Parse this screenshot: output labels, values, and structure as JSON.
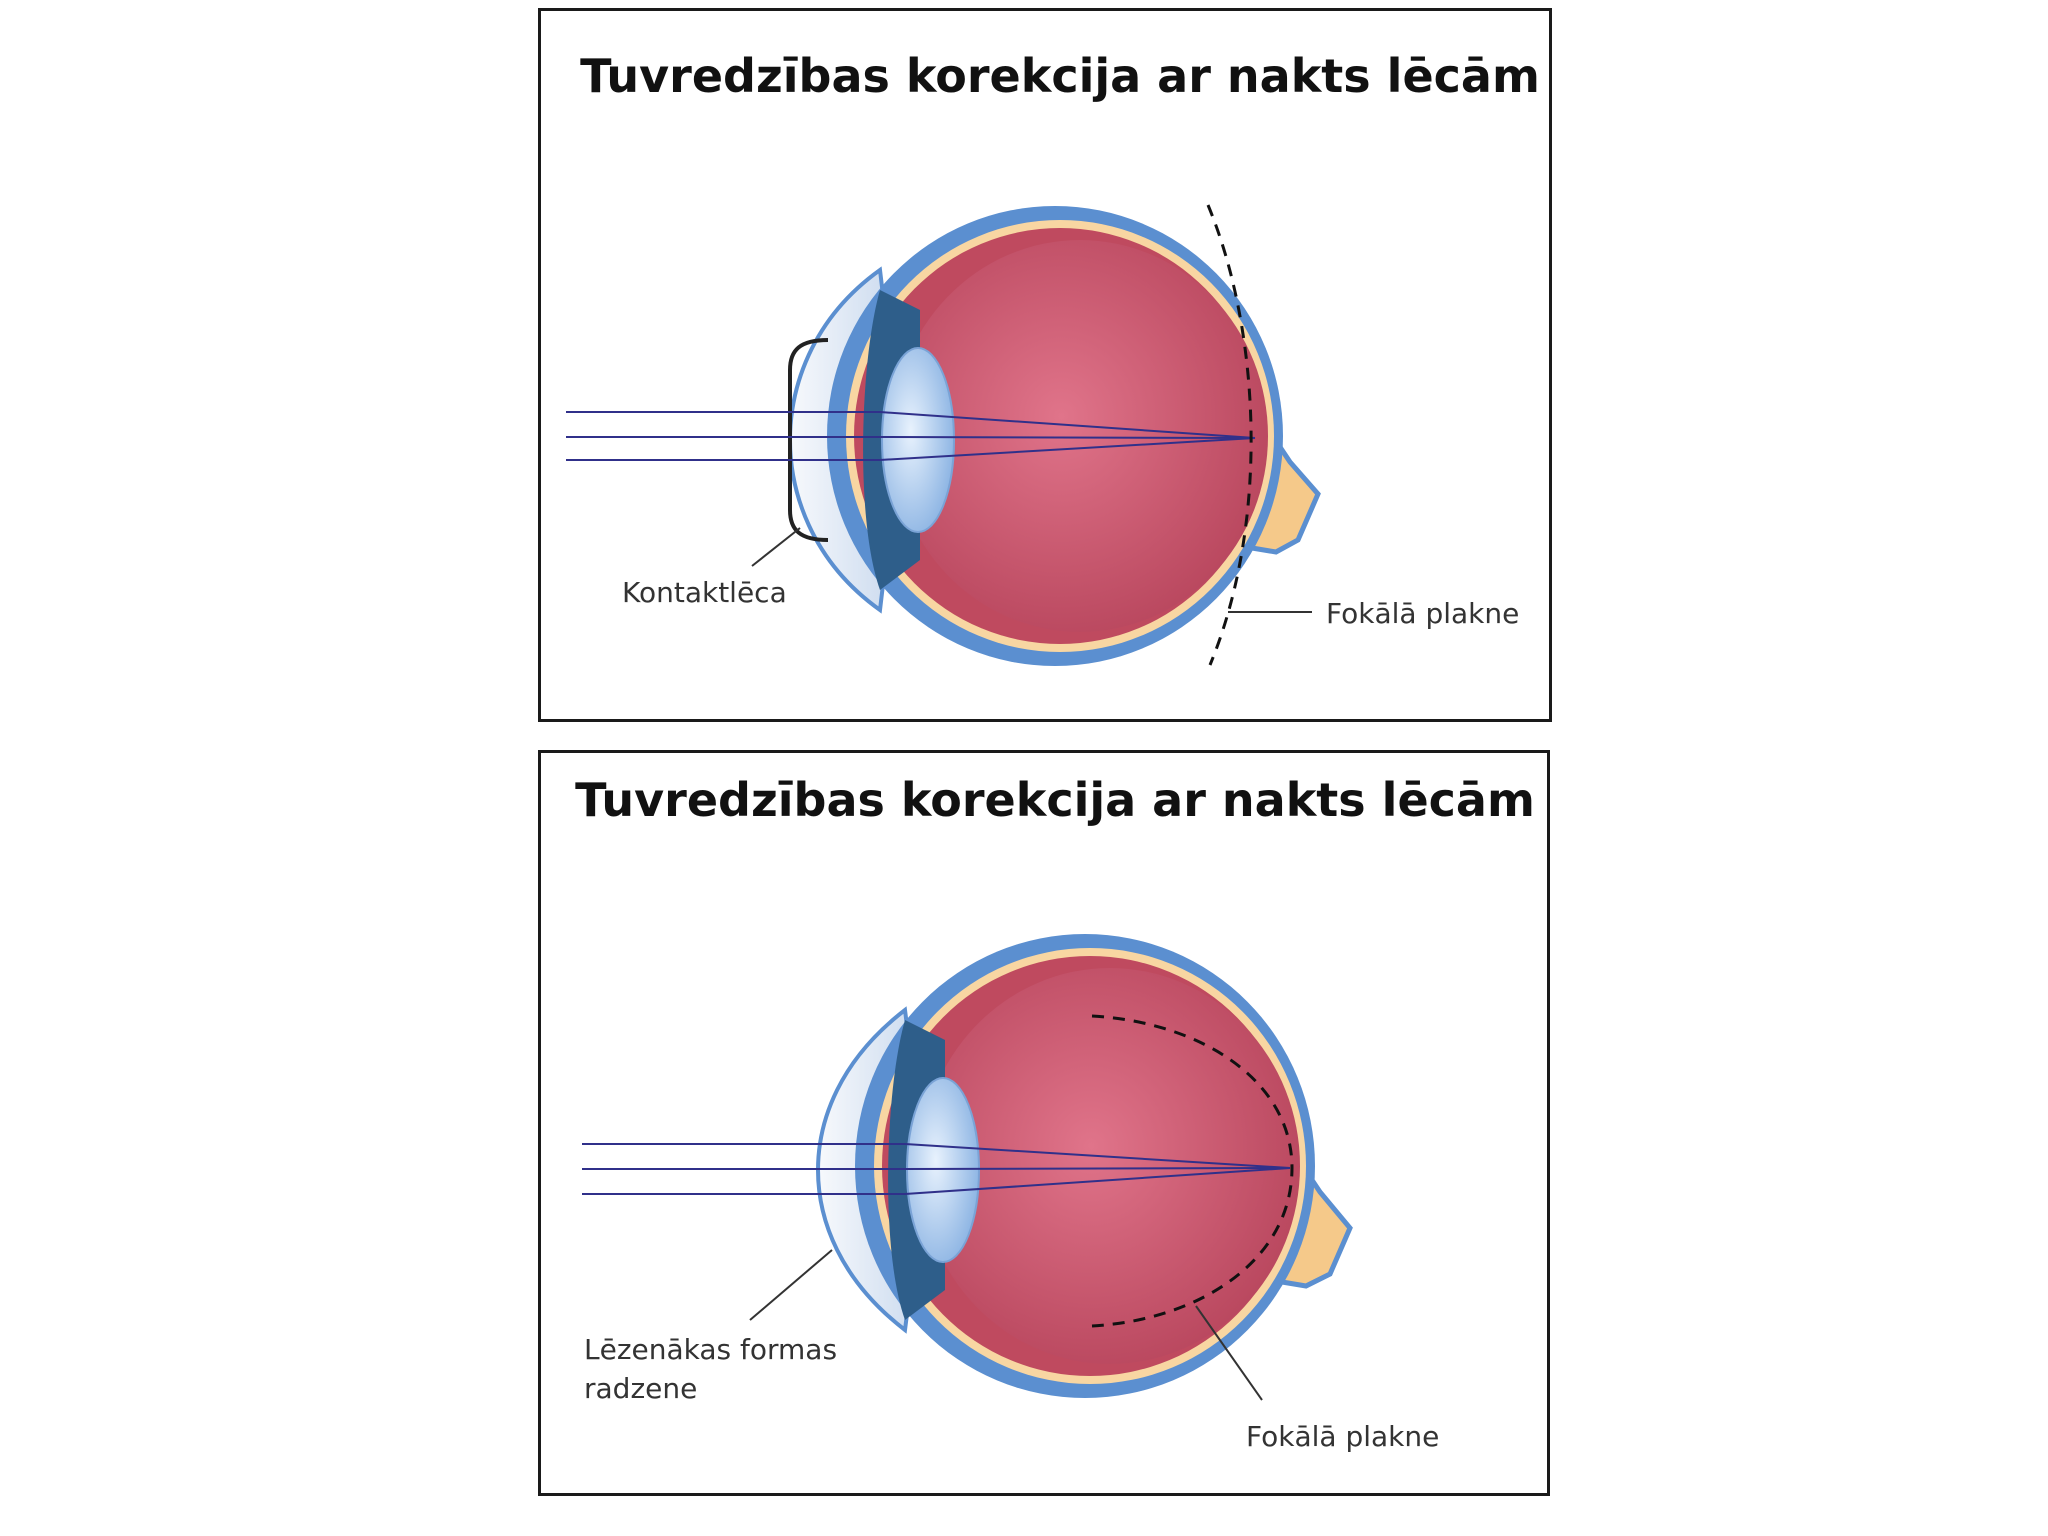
{
  "colors": {
    "sclera": "#5b8fd0",
    "choroid": "#bf4a5f",
    "vitreous": "#cf5f78",
    "retina": "#f8d6a2",
    "cornea": "#eef3f9",
    "lens": "#a9c9ef",
    "nerve": "#f5c98a",
    "ray": "#30308a"
  },
  "panels": [
    {
      "title": "Tuvredzības korekcija ar nakts lēcām",
      "label_left": "Kontaktlēca",
      "label_right": "Fokālā plakne"
    },
    {
      "title": "Tuvredzības korekcija ar nakts lēcām",
      "label_left_line1": "Lēzenākas formas",
      "label_left_line2": "radzene",
      "label_right": "Fokālā plakne"
    }
  ]
}
